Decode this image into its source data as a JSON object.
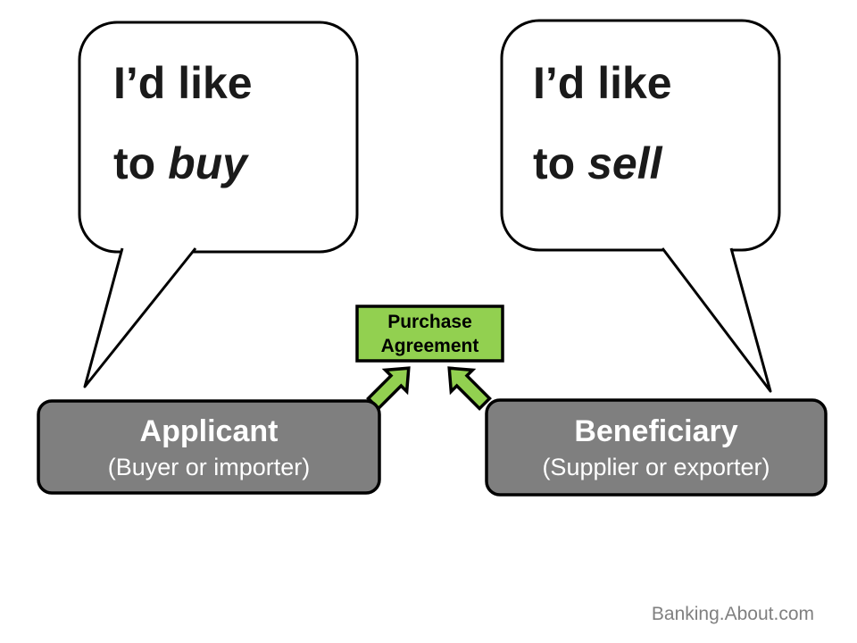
{
  "colors": {
    "background": "#ffffff",
    "bubble_fill": "#ffffff",
    "outline": "#000000",
    "green": "#92d050",
    "gray": "#7f7f7f",
    "text_dark": "#1a1a1a",
    "watermark_gray": "#808080"
  },
  "bubbles": {
    "left": {
      "line1": "I’d like",
      "line2_prefix": "to ",
      "line2_italic": "buy"
    },
    "right": {
      "line1": "I’d like",
      "line2_prefix": "to ",
      "line2_italic": "sell"
    }
  },
  "agreement_box": {
    "line1": "Purchase",
    "line2": "Agreement"
  },
  "parties": {
    "left": {
      "title": "Applicant",
      "subtitle": "(Buyer or importer)"
    },
    "right": {
      "title": "Beneficiary",
      "subtitle": "(Supplier or exporter)"
    }
  },
  "watermark": "Banking.About.com"
}
